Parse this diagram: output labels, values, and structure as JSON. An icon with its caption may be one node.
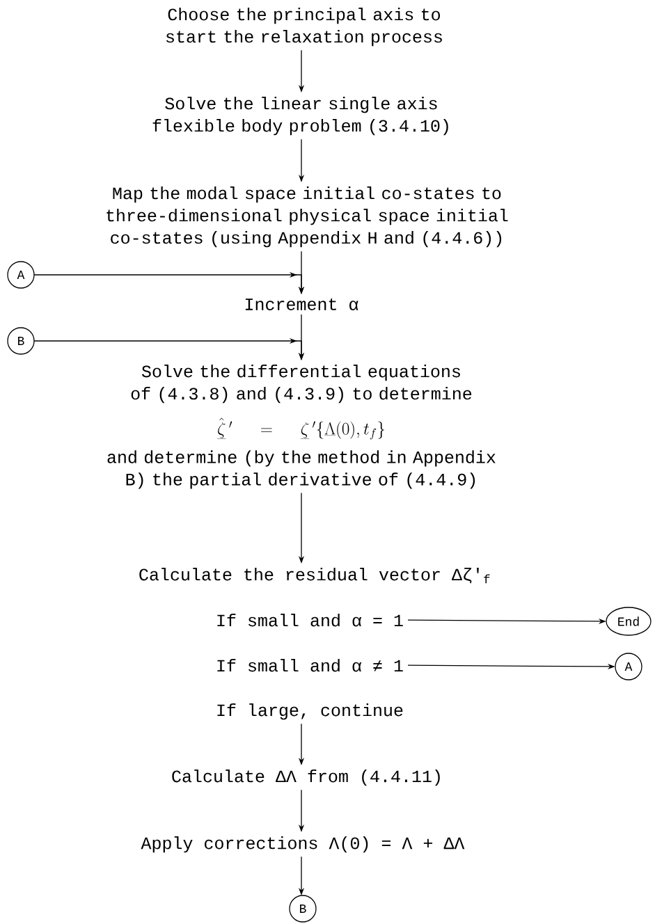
{
  "diagram": {
    "nodes": [
      {
        "text": [
          "Choose the principal axis to start the relaxation process"
        ]
      },
      {
        "text": [
          "Solve the linear single axis flexible body problem (3.4.10)"
        ]
      },
      {
        "text": [
          "Map the modal space initial co-states to three-dimensional physical space initial co-states (using Appendix H and (4.4.6))"
        ]
      },
      {
        "text": [
          "A"
        ]
      },
      {
        "text": [
          "Increment α"
        ]
      },
      {
        "text": [
          "B"
        ]
      },
      {
        "text": [
          "Solve the differential equations of (4.3.8) and (4.3.9) to determine",
          "\\hat{\\underline{\\zeta}}\\,' = \\underline{\\zeta}\\,'\\{\\underline{\\Lambda}(0),t_f\\}",
          "and determine (by the method in Appendix B) the partial derivative of (4.4.9)"
        ]
      },
      {
        "text": [
          "Calculate the residual vector Δζ'$_{f}$"
        ]
      },
      {
        "text": [
          "If small and α = 1"
        ]
      },
      {
        "text": [
          "End"
        ]
      },
      {
        "text": [
          "If small and α ≠ 1"
        ]
      },
      {
        "text": [
          "A"
        ]
      },
      {
        "text": [
          "If large, continue"
        ]
      },
      {
        "text": [
          "Calculate ΔΛ from (4.4.11)"
        ]
      },
      {
        "text": [
          "Apply corrections Λ(0) = Λ + ΔΛ"
        ]
      },
      {
        "text": [
          "B"
        ]
      }
    ],
    "edges": [
      {
        "from": 0,
        "to": 1,
        "arrow": "to"
      },
      {
        "from": 1,
        "to": 2,
        "arrow": "to"
      },
      {
        "from": 2,
        "to": 4,
        "arrow": "to"
      },
      {
        "from": 3,
        "to": 4,
        "arrow": "to"
      },
      {
        "from": 4,
        "to": 6,
        "arrow": "to"
      },
      {
        "from": 5,
        "to": 6,
        "arrow": "to"
      },
      {
        "from": 6,
        "to": 7,
        "arrow": "to"
      },
      {
        "from": 8,
        "to": 9,
        "arrow": "to"
      },
      {
        "from": 10,
        "to": 11,
        "arrow": "to"
      },
      {
        "from": 12,
        "to": 13,
        "arrow": "to"
      },
      {
        "from": 13,
        "to": 14,
        "arrow": "to"
      },
      {
        "from": 14,
        "to": 15,
        "arrow": "to"
      }
    ]
  }
}
